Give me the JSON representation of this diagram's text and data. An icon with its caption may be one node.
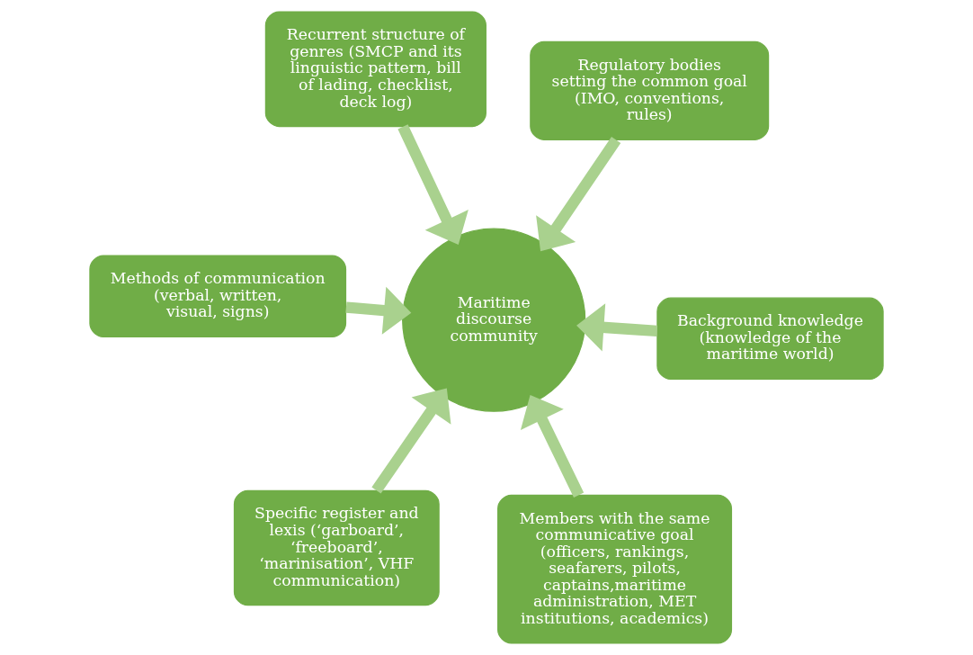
{
  "diagram": {
    "nodes": [
      {
        "text": [
          "Methods of communication (verbal, written, visual, signs)"
        ]
      },
      {
        "text": [
          "Background knowledge (knowledge of the maritime world)"
        ]
      },
      {
        "text": [
          "Members with the same communicative goal (officers, rankings, seafarers, pilots, captains,maritime administration, MET institutions, academics)"
        ]
      },
      {
        "text": [
          "Recurrent structure of genres (SMCP and its linguistic pattern, bill of lading, checklist, deck log)"
        ]
      },
      {
        "text": [
          "Maritime discourse community"
        ]
      },
      {
        "text": [
          "Regulatory bodies setting the common goal (IMO, conventions, rules)"
        ]
      },
      {
        "text": [
          "Specific register and lexis (‘garboard’, ‘freeboard’, ‘marinisation’, VHF communication)"
        ]
      }
    ],
    "edges": [
      {
        "from": 0,
        "to": 4,
        "arrow": "to"
      },
      {
        "from": 1,
        "to": 4,
        "arrow": "to"
      },
      {
        "from": 2,
        "to": 4,
        "arrow": "to"
      },
      {
        "from": 3,
        "to": 4,
        "arrow": "to"
      },
      {
        "from": 5,
        "to": 4,
        "arrow": "to"
      },
      {
        "from": 6,
        "to": 4,
        "arrow": "to"
      }
    ]
  }
}
